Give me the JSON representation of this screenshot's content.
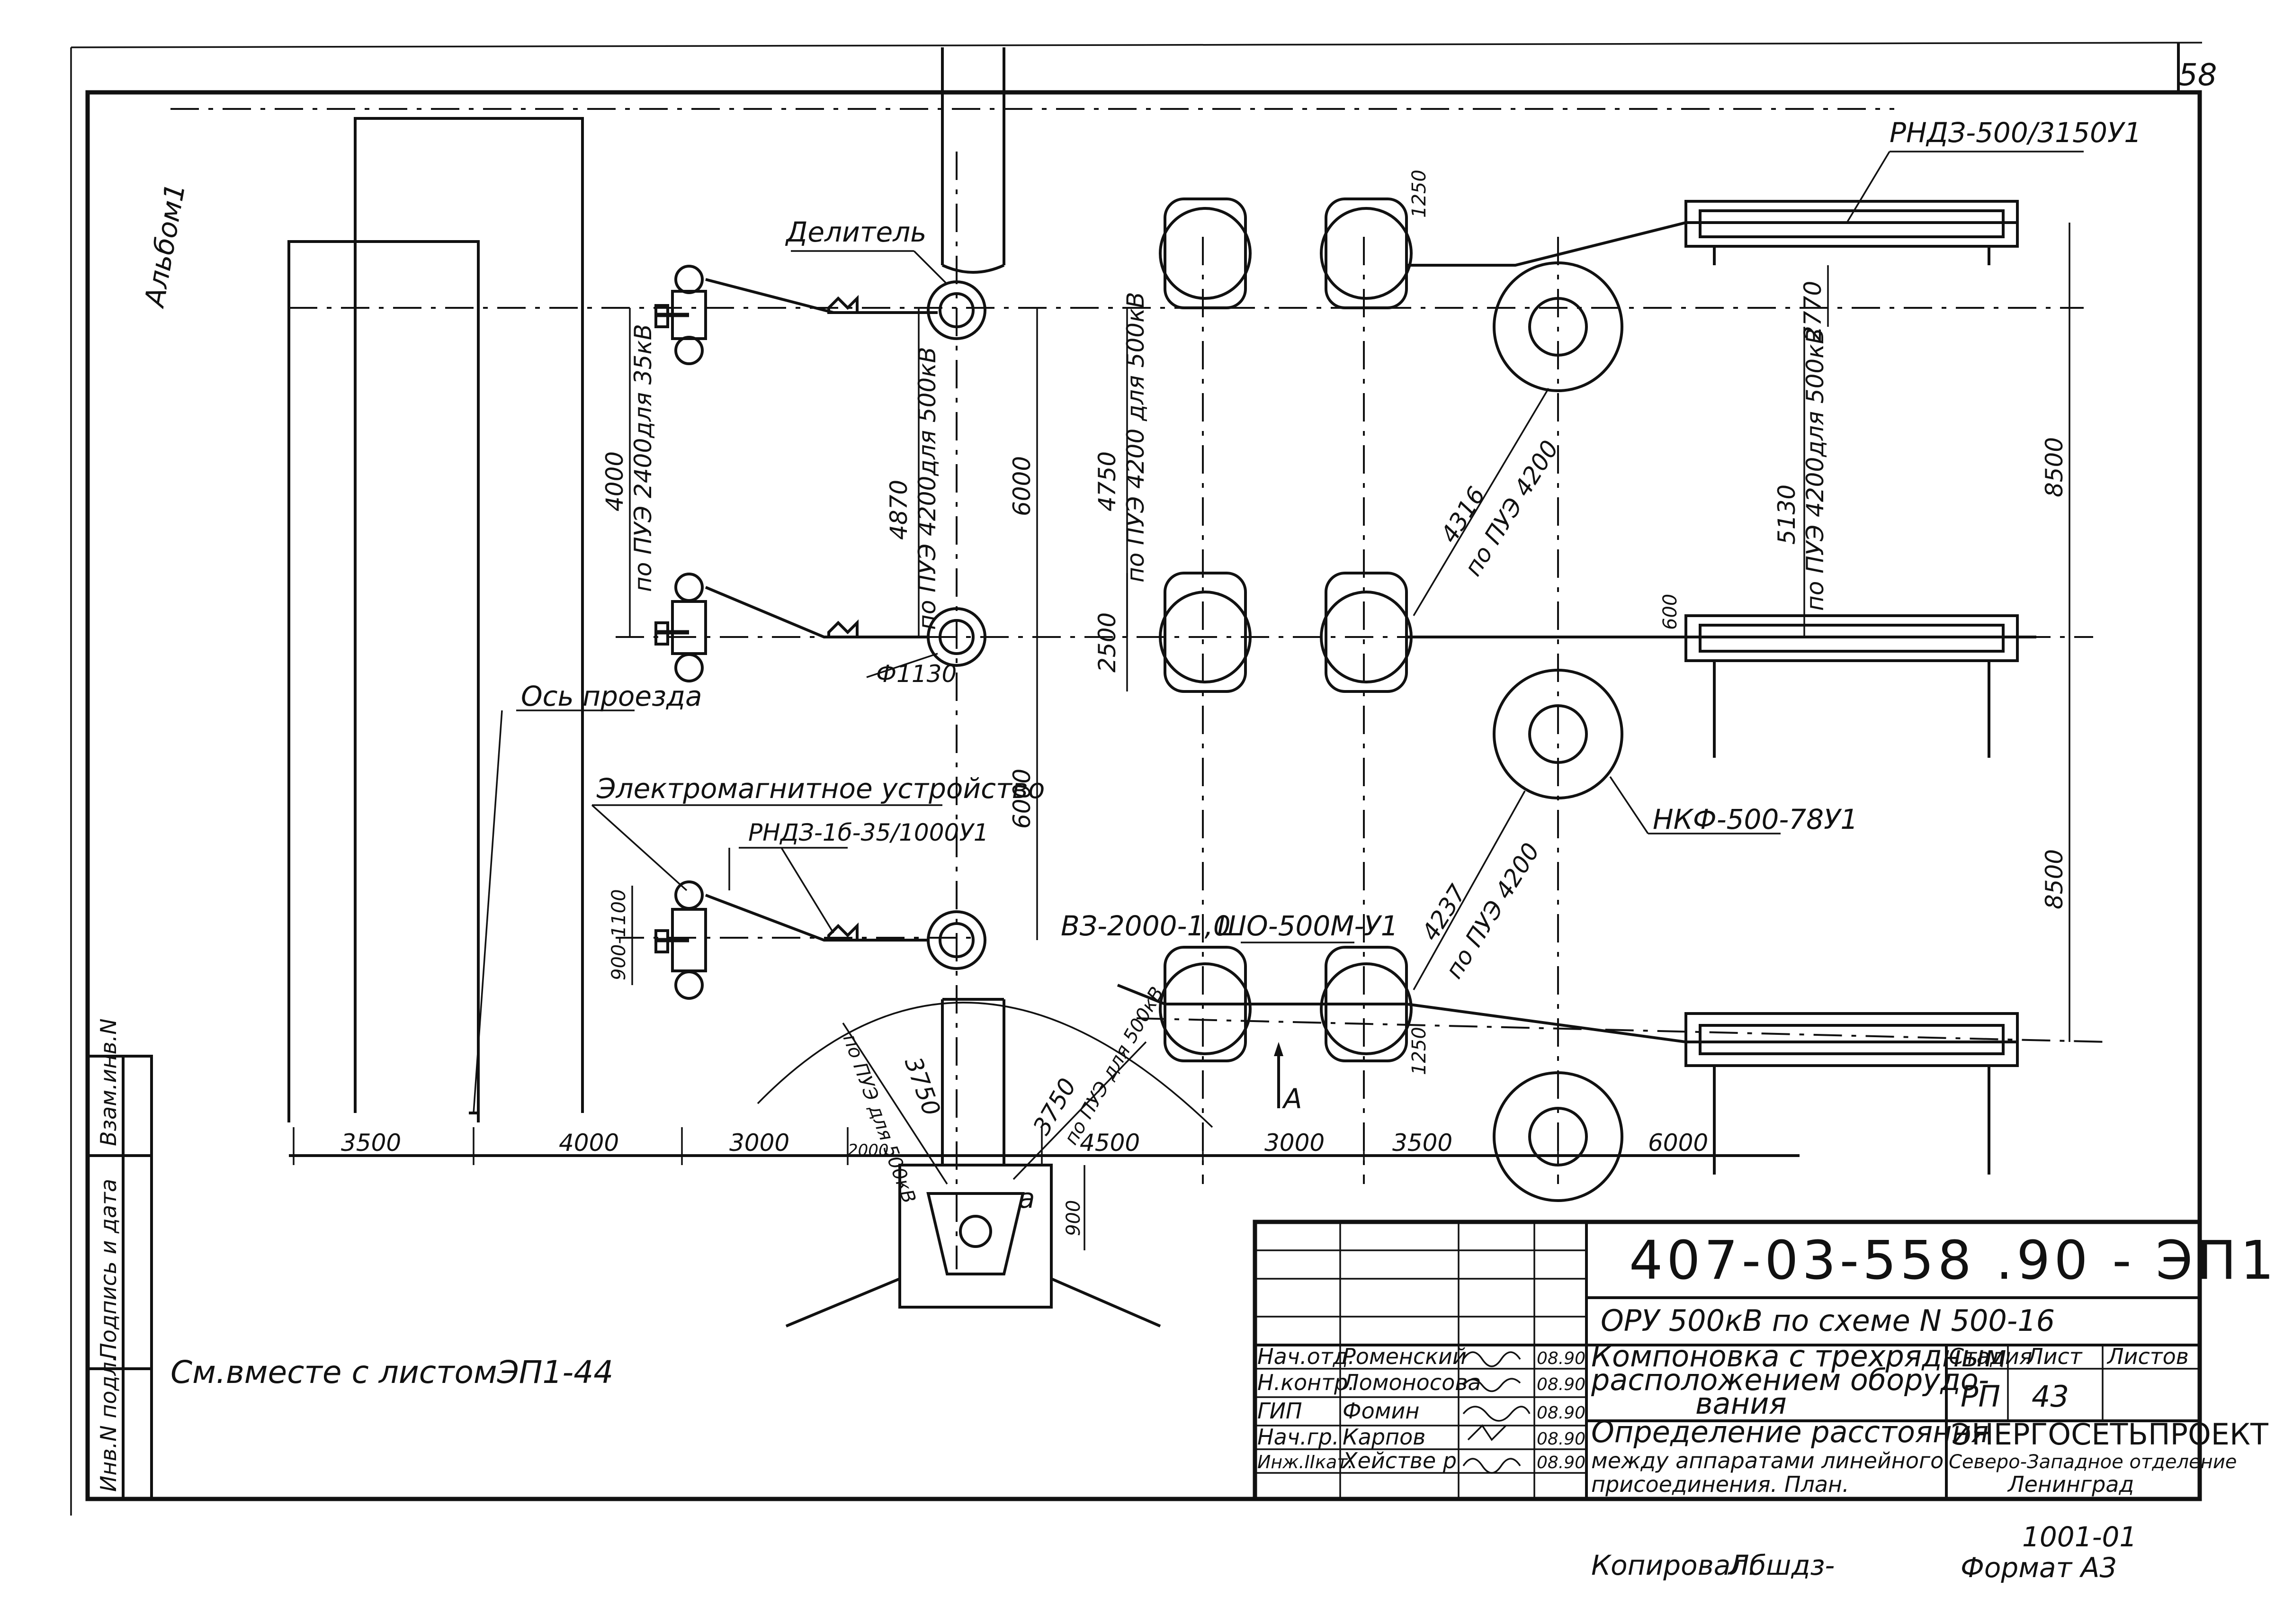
{
  "sheet": {
    "page_number": "58",
    "album": "Альбом1",
    "see_also": "См.вместе с листомЭП1-44",
    "copied_by": "Копировал:",
    "copied_sign": "Лбшдз-",
    "format": "Формат А3",
    "archive_no": "1001-01"
  },
  "plan": {
    "label_divider": "Делитель",
    "label_axis": "Ось проезда",
    "label_em_device": "Электромагнитное устройство",
    "label_rnd35": "РНДЗ-1б-35/1000У1",
    "label_rnd500": "РНДЗ-500/3150У1",
    "label_nkf": "НКФ-500-78У1",
    "label_vz": "ВЗ-2000-1,0",
    "label_sho": "ШО-500М-У1",
    "label_phi": "Ф1130",
    "label_view_a": "А",
    "label_a_small": "а"
  },
  "dimensions": {
    "bottom_row": [
      "3500",
      "4000",
      "3000",
      "2000",
      "4500",
      "3000",
      "3500",
      "6000"
    ],
    "right_8500_top": "8500",
    "right_8500_bottom": "8500",
    "v_4000": "4000",
    "v_4000_note": "по ПУЭ 2400для 35кВ",
    "v_4870": "4870",
    "v_4870_note": "по ПУЭ 4200для 500кВ",
    "v_6000_top": "6000",
    "v_6000_bottom": "6000",
    "v_4750": "4750",
    "v_4750_note": "по ПУЭ 4200 для 500кВ",
    "v_2500": "2500",
    "v_5130": "5130",
    "v_5130_note": "по ПУЭ 4200для 500кВ",
    "v_2770": "2770",
    "v_1250_top": "1250",
    "v_1250_bottom": "1250",
    "v_600": "600",
    "v_900_1100": "900-1100",
    "v_900": "900",
    "diag_4316": "4316",
    "diag_4316_note": "по ПУЭ 4200",
    "diag_4237": "4237",
    "diag_4237_note": "по ПУЭ 4200",
    "arc_3750_left": "3750",
    "arc_3750_left_note": "по ПУЭ для 500кВ",
    "arc_3750_right": "3750",
    "arc_3750_right_note": "по ПУЭ для 500кВ"
  },
  "sidebar": {
    "inv_no": "Инв.N подл.",
    "sign_date": "Подпись и дата",
    "replace_inv": "Взам.инв.N"
  },
  "title_block": {
    "doc_code": "407-03-558 .90 - ЭП1",
    "project": "ОРУ 500кВ  по схеме N 500-16",
    "title_line1": "Компоновка с трехрядным",
    "title_line2": "расположением оборудо-",
    "title_line3": "вания",
    "subtitle_line1": "Определение расстояния",
    "subtitle_line2": "между аппаратами линейного",
    "subtitle_line3": "присоединения.   План.",
    "col_stage": "Стадия",
    "col_sheet": "Лист",
    "col_sheets": "Листов",
    "stage": "РП",
    "sheet_no": "43",
    "org_name": "ЭНЕРГОСЕТЬПРОЕКТ",
    "org_branch": "Северо-Западное отделение",
    "org_city": "Ленинград",
    "signatories": [
      {
        "role": "Нач.отд.",
        "name": "Роменский",
        "date": "08.90"
      },
      {
        "role": "Н.контр.",
        "name": "Ломоносова",
        "date": "08.90"
      },
      {
        "role": "ГИП",
        "name": "Фомин",
        "date": "08.90"
      },
      {
        "role": "Нач.гр.",
        "name": "Карпов",
        "date": "08.90"
      },
      {
        "role": "Инж.IIкат.",
        "name": "Хействе р",
        "date": "08.90"
      }
    ]
  }
}
